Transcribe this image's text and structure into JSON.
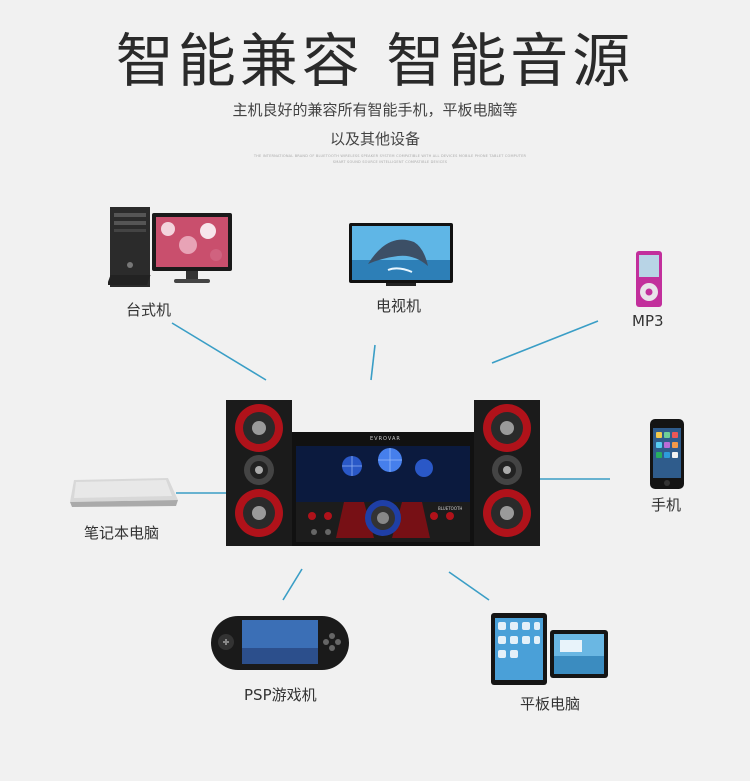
{
  "header": {
    "title": "智能兼容 智能音源",
    "subtitle_line1": "主机良好的兼容所有智能手机，平板电脑等",
    "subtitle_line2": "以及其他设备",
    "fine_line1": "THE INTERNATIONAL BRAND OF BLUETOOTH WIRELESS SPEAKER SYSTEM COMPATIBLE WITH ALL DEVICES MOBILE PHONE TABLET COMPUTER",
    "fine_line2": "SMART SOUND SOURCE INTELLIGENT COMPATIBLE DEVICES"
  },
  "devices": {
    "desktop": "台式机",
    "tv": "电视机",
    "mp3": "MP3",
    "phone": "手机",
    "laptop": "笔记本电脑",
    "psp": "PSP游戏机",
    "tablet": "平板电脑"
  },
  "speaker": {
    "brand": "EVROVAR",
    "model": "BLUETOOTH"
  },
  "colors": {
    "line": "#3a9ec6",
    "speaker_red": "#b0121a",
    "background": "#f1f1f1"
  }
}
